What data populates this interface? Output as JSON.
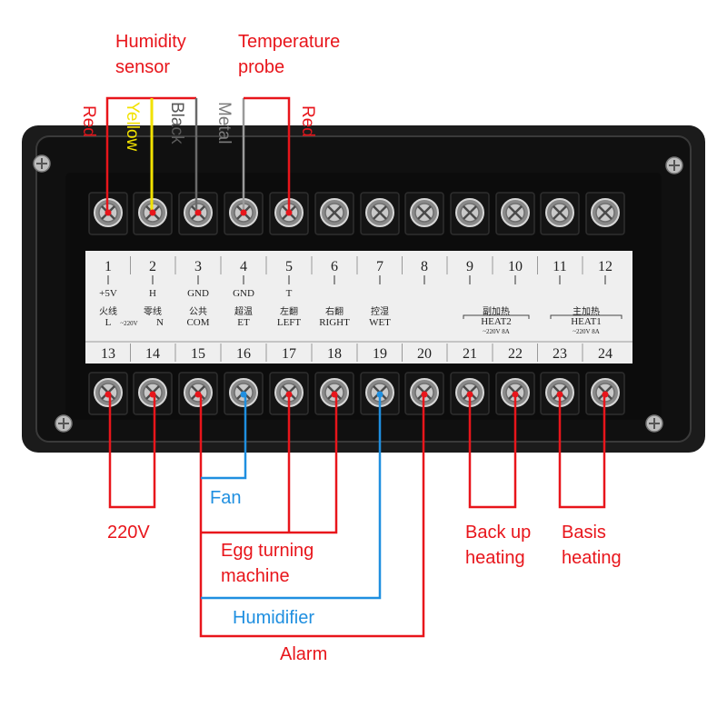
{
  "colors": {
    "red": "#e8151b",
    "blue": "#1f8fe0",
    "yellow": "#f2e200",
    "black_wire": "#6a6a6a",
    "metal_wire": "#9a9a9a",
    "label_red": "#e8151b",
    "label_blue": "#1f8fe0",
    "panel": "#1b1b1b",
    "plate": "#efefef"
  },
  "top_labels": {
    "humidity_line1": "Humidity",
    "humidity_line2": "sensor",
    "temperature_line1": "Temperature",
    "temperature_line2": "probe"
  },
  "wire_colors": {
    "red_left": "Red",
    "yellow": "Yellow",
    "black": "Black",
    "metal": "Metal",
    "red_right": "Red"
  },
  "top_row": {
    "numbers": [
      "1",
      "2",
      "3",
      "4",
      "5",
      "6",
      "7",
      "8",
      "9",
      "10",
      "11",
      "12"
    ],
    "line1": [
      "+5V",
      "H",
      "GND",
      "GND",
      "T",
      "",
      "",
      "",
      "",
      "",
      "",
      ""
    ]
  },
  "bottom_row": {
    "numbers": [
      "13",
      "14",
      "15",
      "16",
      "17",
      "18",
      "19",
      "20",
      "21",
      "22",
      "23",
      "24"
    ],
    "line_cn": [
      "火线",
      "零线",
      "公共",
      "超温",
      "左翻",
      "右翻",
      "控湿",
      "",
      "",
      "",
      "",
      ""
    ],
    "line_en": [
      "L",
      "N",
      "COM",
      "ET",
      "LEFT",
      "RIGHT",
      "WET",
      "",
      "",
      "",
      "",
      ""
    ],
    "voltage_small": "~220V",
    "heat2_cn": "副加热",
    "heat2_en": "HEAT2",
    "heat2_rating": "~220V 8A",
    "heat1_cn": "主加热",
    "heat1_en": "HEAT1",
    "heat1_rating": "~220V 8A"
  },
  "bottom_labels": {
    "fan": "Fan",
    "v220": "220V",
    "egg_line1": "Egg turning",
    "egg_line2": "machine",
    "humidifier": "Humidifier",
    "alarm": "Alarm",
    "backup_line1": "Back up",
    "backup_line2": "heating",
    "basis_line1": "Basis",
    "basis_line2": "heating"
  }
}
